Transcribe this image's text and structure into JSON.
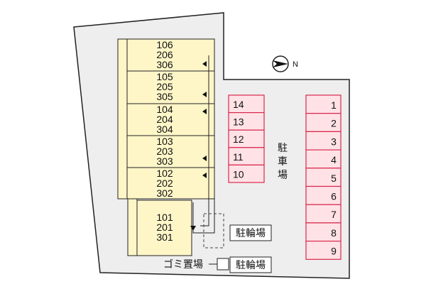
{
  "buildings": [
    {
      "rooms": [
        "106",
        "206",
        "306"
      ]
    },
    {
      "rooms": [
        "105",
        "205",
        "305"
      ]
    },
    {
      "rooms": [
        "104",
        "204",
        "304"
      ]
    },
    {
      "rooms": [
        "103",
        "203",
        "303"
      ]
    },
    {
      "rooms": [
        "102",
        "202",
        "302"
      ]
    },
    {
      "rooms": [
        "101",
        "201",
        "301"
      ]
    }
  ],
  "parking_left": [
    "14",
    "13",
    "12",
    "11",
    "10"
  ],
  "parking_right": [
    "1",
    "2",
    "3",
    "4",
    "5",
    "6",
    "7",
    "8",
    "9"
  ],
  "parking_label": [
    "駐",
    "車",
    "場"
  ],
  "bike_parking_label": "駐輪場",
  "bike_parking_label_2": "駐輪場",
  "garbage_label": "ゴミ置場",
  "compass_letter": "N",
  "colors": {
    "site": "#eeeeee",
    "building": "#fff6c8",
    "parking_fill": "#ffe2e6",
    "parking_border": "#d8284c",
    "outline": "#222222"
  }
}
